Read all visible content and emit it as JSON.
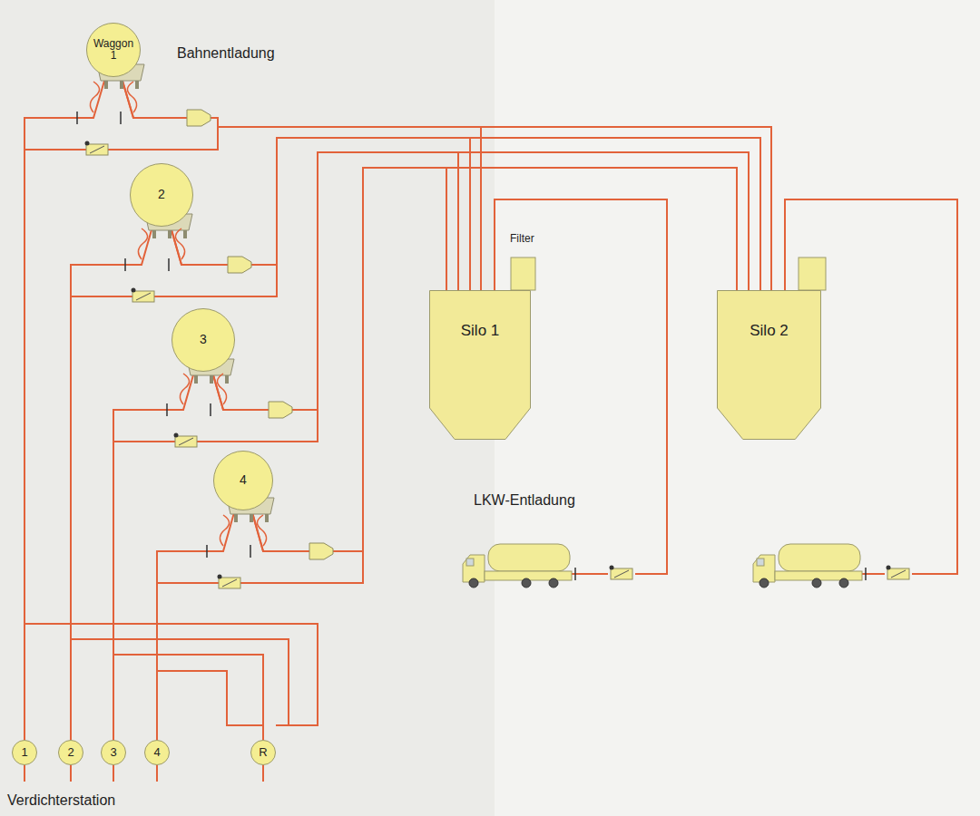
{
  "diagram": {
    "nodes": [
      {
        "text": [
          "Waggon 1"
        ]
      },
      {
        "text": [
          "2"
        ]
      },
      {
        "text": [
          "3"
        ]
      },
      {
        "text": [
          "4"
        ]
      },
      {
        "text": [
          "Silo 1"
        ]
      },
      {
        "text": [
          "Silo 2"
        ]
      },
      {
        "text": [
          "1"
        ]
      },
      {
        "text": [
          "2"
        ]
      },
      {
        "text": [
          "3"
        ]
      },
      {
        "text": [
          "4"
        ]
      },
      {
        "text": [
          "R"
        ]
      }
    ],
    "edges": [
      {
        "from": 6,
        "to": 0,
        "arrow": "none"
      },
      {
        "from": 7,
        "to": 1,
        "arrow": "none"
      },
      {
        "from": 8,
        "to": 2,
        "arrow": "none"
      },
      {
        "from": 9,
        "to": 3,
        "arrow": "none"
      },
      {
        "from": 0,
        "to": 4,
        "arrow": "none"
      },
      {
        "from": 1,
        "to": 4,
        "arrow": "none"
      },
      {
        "from": 2,
        "to": 4,
        "arrow": "none"
      },
      {
        "from": 3,
        "to": 4,
        "arrow": "none"
      },
      {
        "from": 0,
        "to": 5,
        "arrow": "none"
      },
      {
        "from": 1,
        "to": 5,
        "arrow": "none"
      },
      {
        "from": 2,
        "to": 5,
        "arrow": "none"
      },
      {
        "from": 3,
        "to": 5,
        "arrow": "none"
      }
    ],
    "labels": [
      "Bahnentladung",
      "Filter",
      "LKW-Entladung",
      "Verdichterstation"
    ]
  }
}
